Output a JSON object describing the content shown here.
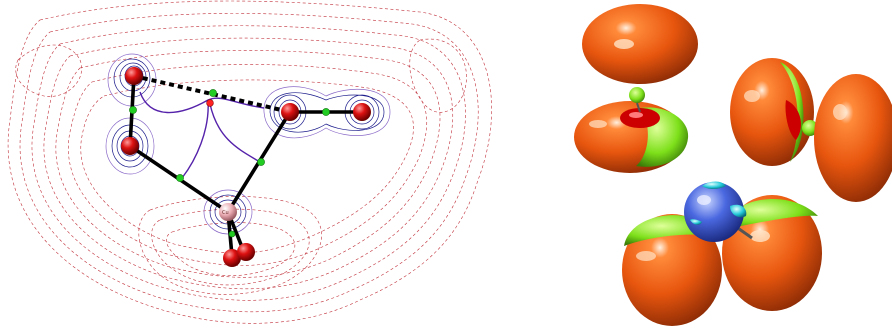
{
  "figure": {
    "left_panel": {
      "kind": "contour-map-with-bond-paths",
      "contour_color_positive": "#1c1c8c",
      "contour_color_negative": "#c0303a",
      "bond_path_color": "#5522aa",
      "bond_color": "#000000",
      "atom_colors": {
        "oxygen": "#dd1111",
        "metal": "#e8a9b0"
      },
      "critical_point_colors": {
        "bond": "#22cc22",
        "ring": "#ff2222"
      },
      "metal_atom_label": "Cu"
    },
    "right_panel": {
      "kind": "orbital-isosurfaces",
      "lobe_color_main": "#e8560e",
      "lobe_color_edge": "#7de01a",
      "central_atom_color": "#4a68e0",
      "highlight_color": "#ffe3c7"
    }
  }
}
